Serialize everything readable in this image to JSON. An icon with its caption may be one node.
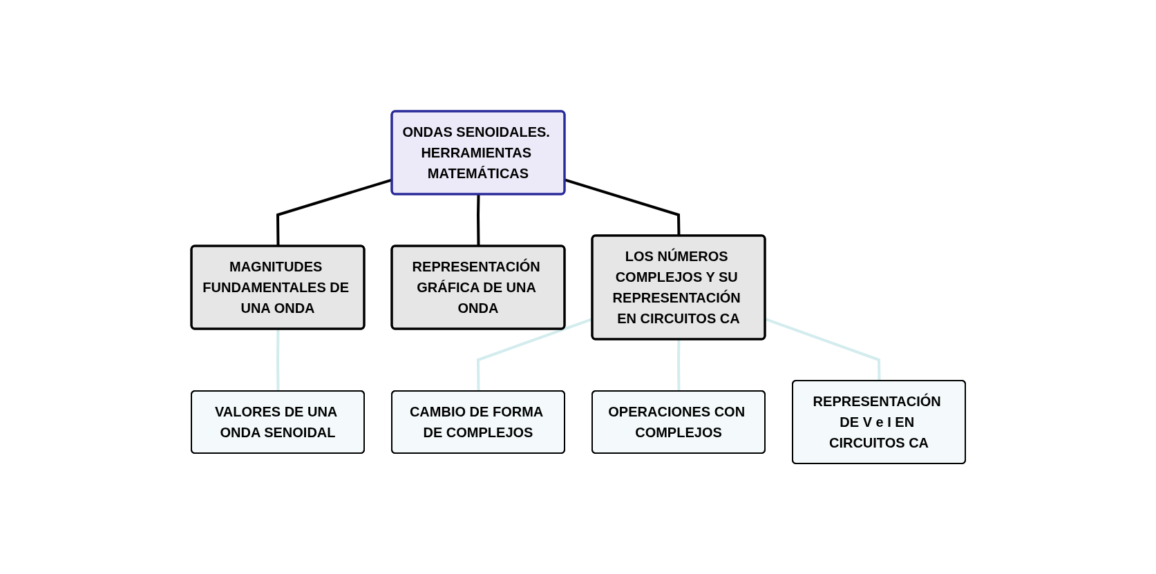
{
  "diagram": {
    "nodes": [
      {
        "text": [
          "ONDAS SENOIDALES. HERRAMIENTAS MATEMÁTICAS"
        ]
      },
      {
        "text": [
          "MAGNITUDES FUNDAMENTALES DE UNA ONDA"
        ]
      },
      {
        "text": [
          "REPRESENTACIÓN GRÁFICA DE UNA ONDA"
        ]
      },
      {
        "text": [
          "LOS NÚMEROS COMPLEJOS Y SU REPRESENTACIÓN EN CIRCUITOS CA"
        ]
      },
      {
        "text": [
          "VALORES DE UNA ONDA SENOIDAL"
        ]
      },
      {
        "text": [
          "CAMBIO DE FORMA DE COMPLEJOS"
        ]
      },
      {
        "text": [
          "OPERACIONES CON COMPLEJOS"
        ]
      },
      {
        "text": [
          "REPRESENTACIÓN DE V e I EN CIRCUITOS CA"
        ]
      }
    ],
    "edges": [
      {
        "from": 0,
        "to": 1,
        "arrow": "none",
        "color": "#000000"
      },
      {
        "from": 0,
        "to": 2,
        "arrow": "none",
        "color": "#000000"
      },
      {
        "from": 0,
        "to": 3,
        "arrow": "none",
        "color": "#000000"
      },
      {
        "from": 1,
        "to": 4,
        "arrow": "none",
        "color": "#d3ecee"
      },
      {
        "from": 3,
        "to": 5,
        "arrow": "none",
        "color": "#d3ecee"
      },
      {
        "from": 3,
        "to": 6,
        "arrow": "none",
        "color": "#d3ecee"
      },
      {
        "from": 3,
        "to": 7,
        "arrow": "none",
        "color": "#d3ecee"
      }
    ]
  }
}
